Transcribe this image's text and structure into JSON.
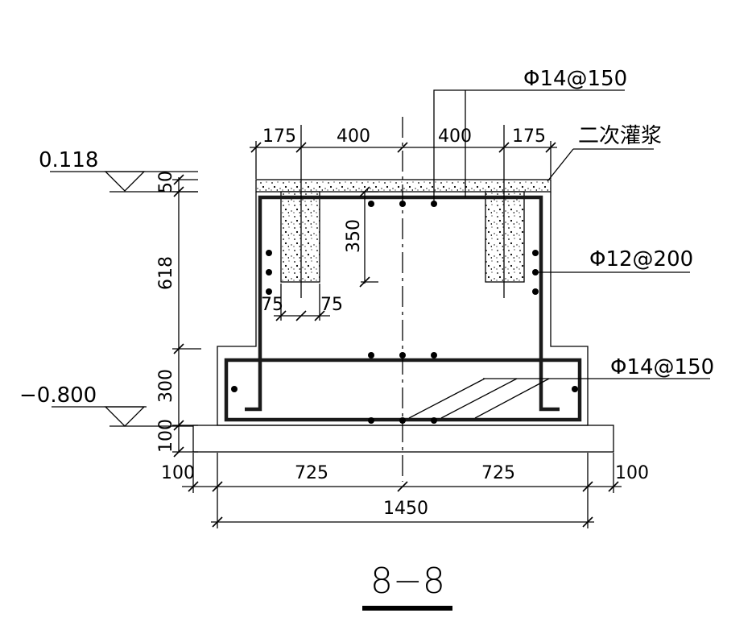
{
  "section_title": "8−8",
  "elevations": {
    "top": "0.118",
    "bottom": "−0.800"
  },
  "rebar_labels": {
    "top_bars": "Φ14@150",
    "side_bars": "Φ12@200",
    "bottom_bars": "Φ14@150"
  },
  "grout_label": "二次灌浆",
  "dimensions": {
    "top_175_left": "175",
    "top_400_left": "400",
    "top_400_right": "400",
    "top_175_right": "175",
    "left_50": "50",
    "left_618": "618",
    "left_300": "300",
    "left_100": "100",
    "pocket_depth_350": "350",
    "pocket_75_left": "75",
    "pocket_75_right": "75",
    "bottom_100_left": "100",
    "bottom_725_left": "725",
    "bottom_725_right": "725",
    "bottom_100_right": "100",
    "bottom_total_1450": "1450"
  }
}
